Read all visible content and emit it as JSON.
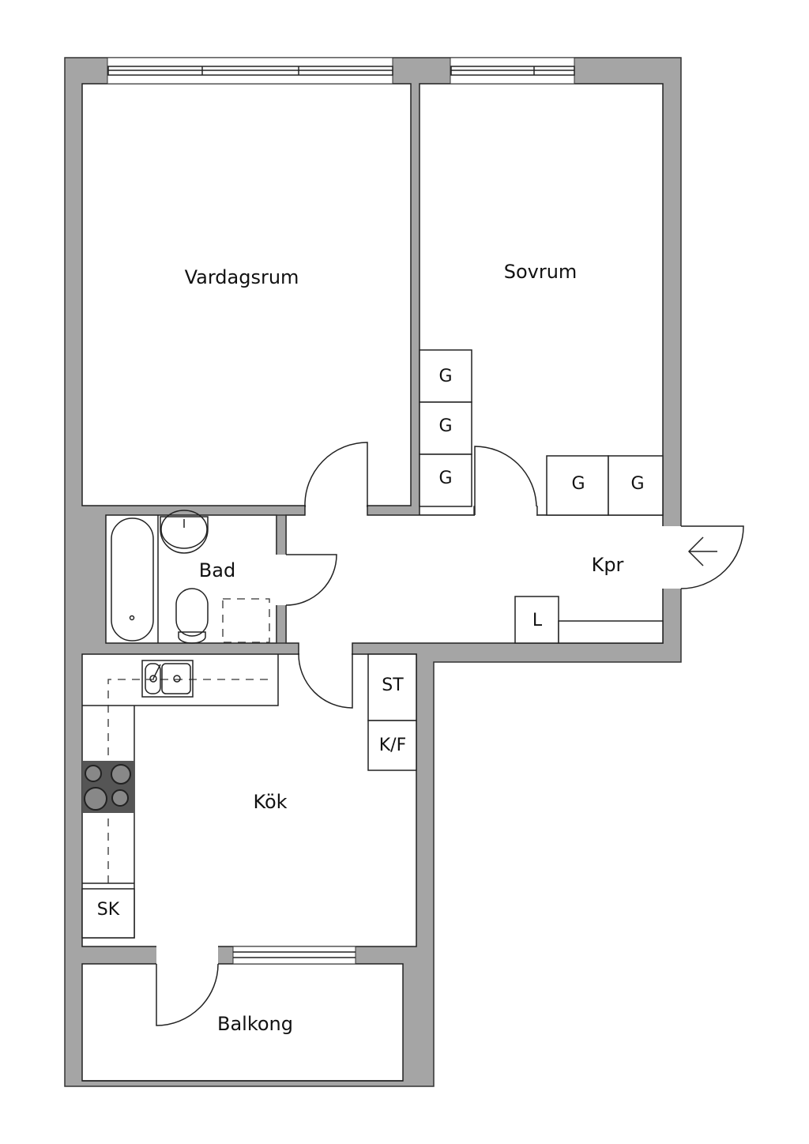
{
  "rooms": {
    "living": "Vardagsrum",
    "bedroom": "Sovrum",
    "bath": "Bad",
    "hall": "Kpr",
    "kitchen": "Kök",
    "balcony": "Balkong"
  },
  "fixtures": {
    "wardrobe": "G",
    "linen": "L",
    "pantry": "ST",
    "fridge_freezer": "K/F",
    "cabinet": "SK"
  },
  "colors": {
    "wall": "#a5a5a5",
    "stove": "#555555"
  }
}
